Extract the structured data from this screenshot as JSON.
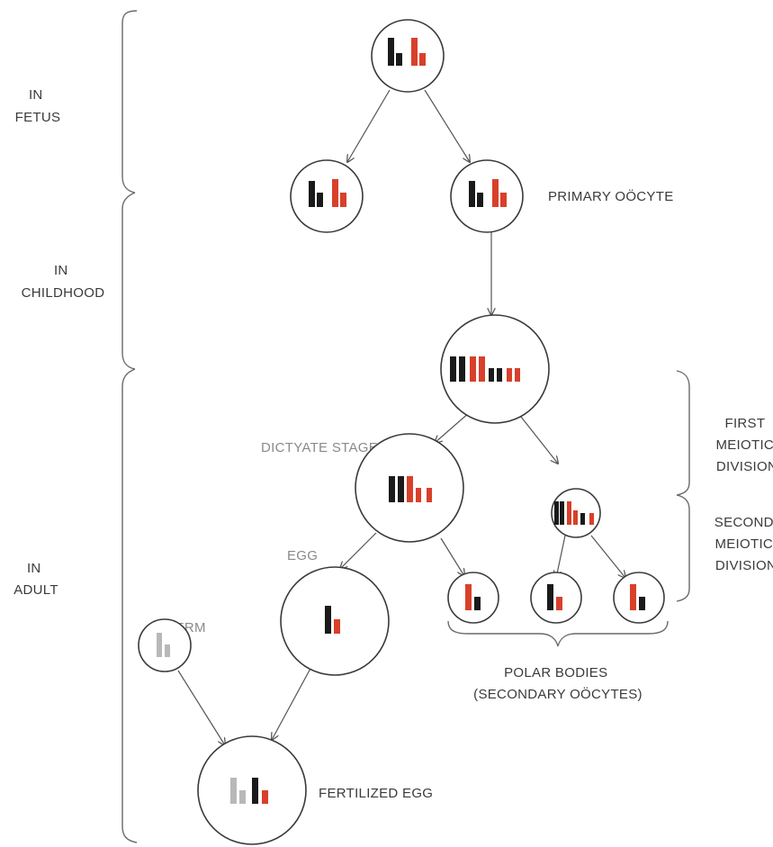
{
  "stages": {
    "fetus": [
      "IN",
      "FETUS"
    ],
    "childhood": [
      "IN",
      "CHILDHOOD"
    ],
    "adult": [
      "IN",
      "ADULT"
    ]
  },
  "divisions": {
    "first": [
      "FIRST",
      "MEIOTIC",
      "DIVISION"
    ],
    "second": [
      "SECOND",
      "MEIOTIC",
      "DIVISION"
    ]
  },
  "labels": {
    "primary_oocyte": "PRIMARY OÖCYTE",
    "dictyate_stage": "DICTYATE STAGE",
    "egg": "EGG",
    "sperm": "SPERM",
    "polar_bodies": [
      "POLAR BODIES",
      "(SECONDARY OÖCYTES)"
    ],
    "fertilized_egg": "FERTILIZED EGG"
  },
  "colors": {
    "maternal": "#1a1a1a",
    "paternal_red": "#d8402a",
    "sperm_gray": "#b8b8b8",
    "outline": "#3a3a3a"
  }
}
